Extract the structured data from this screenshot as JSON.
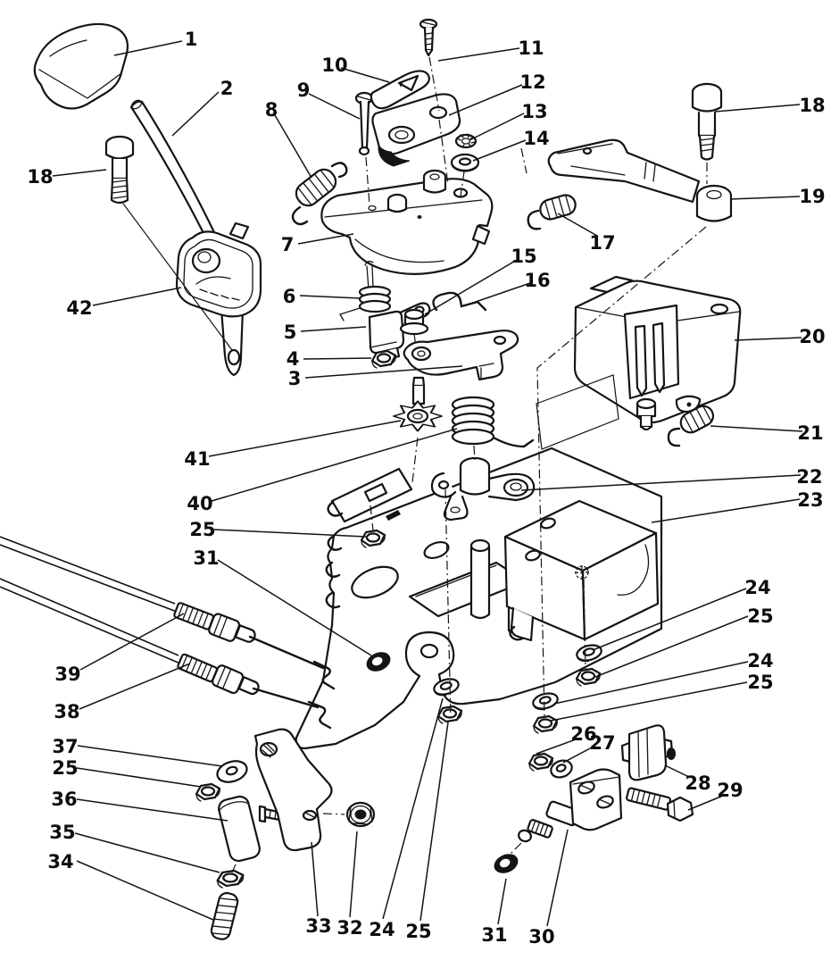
{
  "diagram": {
    "kind": "exploded-parts-diagram",
    "colors": {
      "background": "#ffffff",
      "line": "#141414"
    },
    "callouts": [
      "1",
      "2",
      "18",
      "8",
      "9",
      "10",
      "11",
      "12",
      "13",
      "14",
      "18",
      "19",
      "17",
      "7",
      "6",
      "5",
      "4",
      "3",
      "15",
      "16",
      "42",
      "20",
      "21",
      "22",
      "23",
      "41",
      "40",
      "25",
      "31",
      "39",
      "38",
      "37",
      "25",
      "36",
      "35",
      "34",
      "33",
      "32",
      "24",
      "25",
      "31",
      "30",
      "26",
      "27",
      "28",
      "29",
      "24",
      "25",
      "24",
      "25"
    ]
  }
}
